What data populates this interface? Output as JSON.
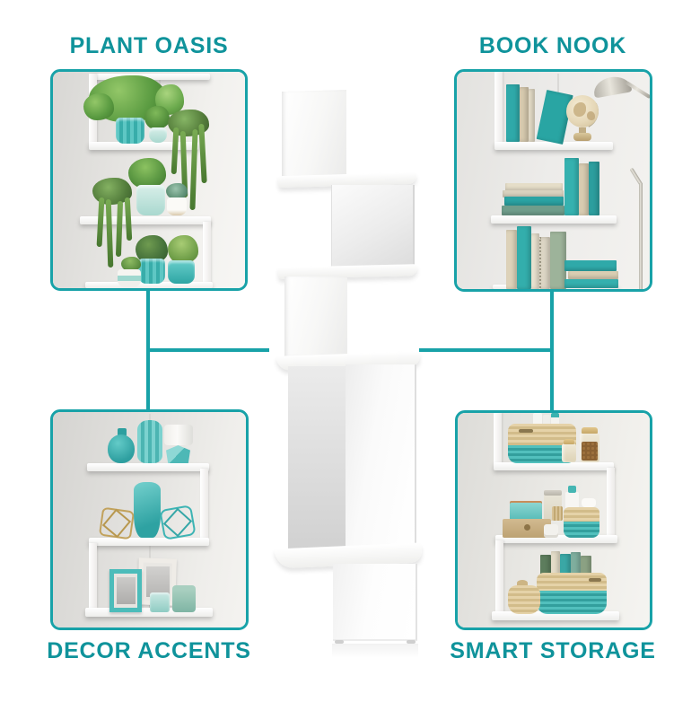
{
  "page": {
    "background": "#ffffff"
  },
  "style": {
    "accent_text_color": "#0f939b",
    "frame_and_connector_color": "#18a2a8",
    "product_color": "#ffffff",
    "teal_accent": "#3cb8b6",
    "wicker_tan": "#d8c194"
  },
  "callouts": {
    "plant_oasis": {
      "label": "PLANT OASIS",
      "position": "top-left"
    },
    "book_nook": {
      "label": "BOOK NOOK",
      "position": "top-right"
    },
    "decor_accents": {
      "label": "DECOR ACCENTS",
      "position": "bottom-left"
    },
    "smart_storage": {
      "label": "SMART STORAGE",
      "position": "bottom-right"
    }
  },
  "product": {
    "depicted_object": "white-zigzag-corner-wall-shelf"
  },
  "scenes": {
    "plant_oasis": {
      "items": [
        "fern",
        "aloe",
        "succulents",
        "trailing-plants",
        "teal-plant-pots"
      ]
    },
    "book_nook": {
      "items": [
        "books",
        "globe",
        "floor-lamp"
      ]
    },
    "decor_accents": {
      "items": [
        "vases",
        "table-lamp",
        "wire-ornaments",
        "picture-frames",
        "candles"
      ]
    },
    "smart_storage": {
      "items": [
        "woven-baskets",
        "glass-jars",
        "storage-boxes",
        "bottles",
        "books"
      ]
    }
  }
}
